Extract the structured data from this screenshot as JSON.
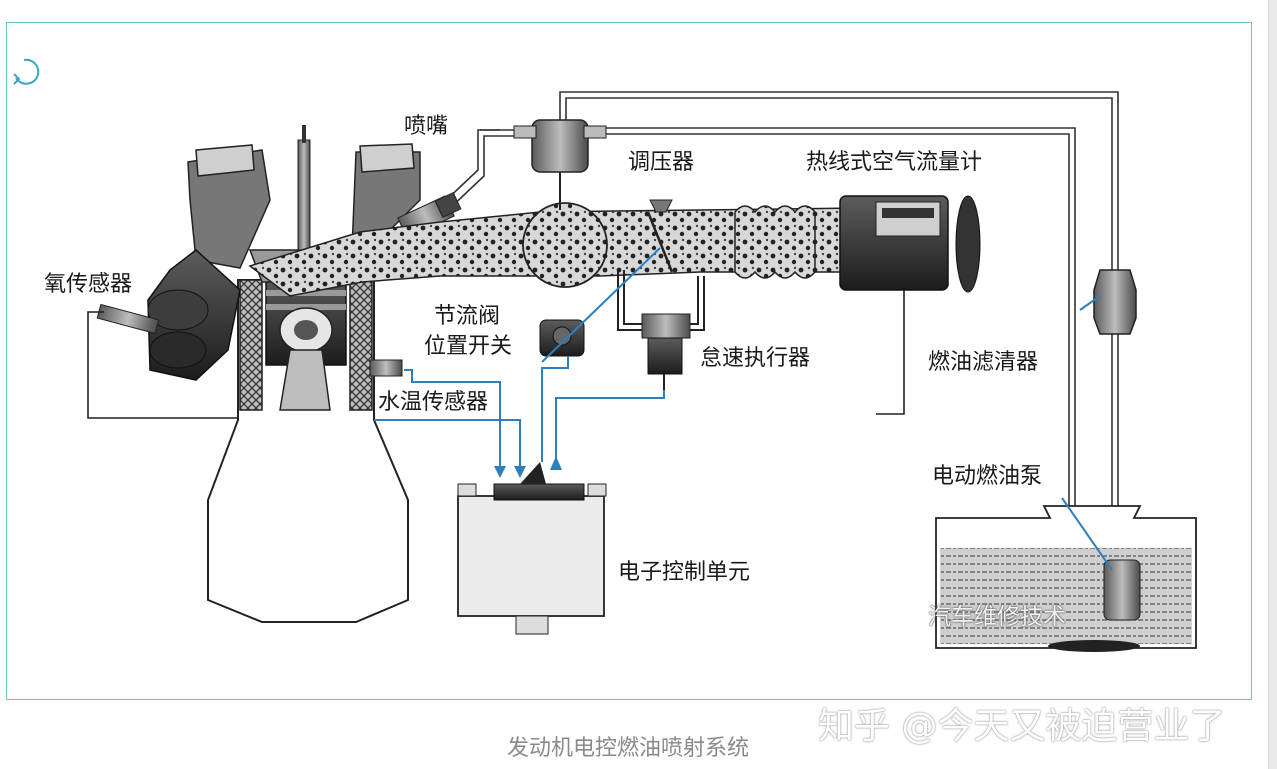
{
  "labels": {
    "injector": "喷嘴",
    "pressure_regulator": "调压器",
    "air_flow_meter": "热线式空气流量计",
    "oxygen_sensor": "氧传感器",
    "throttle_switch_line1": "节流阀",
    "throttle_switch_line2": "位置开关",
    "idle_actuator": "怠速执行器",
    "fuel_filter": "燃油滤清器",
    "water_temp_sensor": "水温传感器",
    "electric_fuel_pump": "电动燃油泵",
    "ecu": "电子控制单元",
    "image_watermark": "汽车维修技术"
  },
  "watermark": "知乎 @今天又被迫营业了",
  "caption": "发动机电控燃油喷射系统",
  "colors": {
    "frame_border": "#6fc3d2",
    "signal_lines": "#2f7fbf",
    "caption": "#8a8a8a"
  },
  "icons": {
    "refresh": "refresh-icon"
  }
}
